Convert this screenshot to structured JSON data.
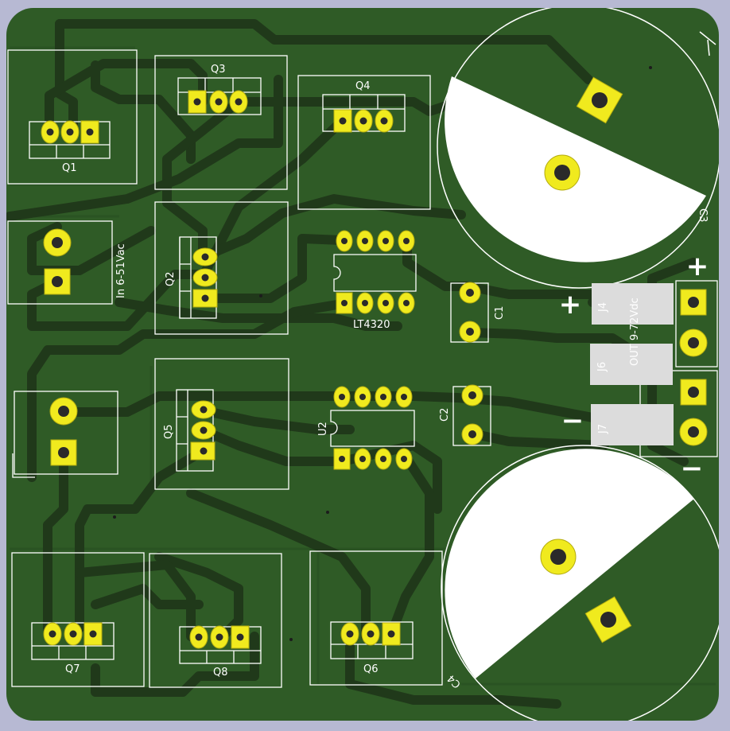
{
  "colors": {
    "background": "#b7b9d3",
    "board": "#2f5b26",
    "copper": "#233f1d",
    "track": "#20391a",
    "silkscreen": "#ffffff",
    "pad": "#f0ea1e",
    "pad_edge": "#b5ad10",
    "connector_body": "#dcdcdc"
  },
  "labels": {
    "q1": "Q1",
    "q2": "Q2",
    "q3": "Q3",
    "q4": "Q4",
    "q5": "Q5",
    "q6": "Q6",
    "q7": "Q7",
    "q8": "Q8",
    "c1": "C1",
    "c2": "C2",
    "c3": "C3",
    "c4": "C4",
    "ic1": "LT4320",
    "ic2": "U2",
    "j4": "J4",
    "j6": "J6",
    "j7": "J7",
    "input": "In 6-51Vac",
    "output": "OUT 9-72Vdc",
    "plus": "+",
    "minus": "−"
  }
}
